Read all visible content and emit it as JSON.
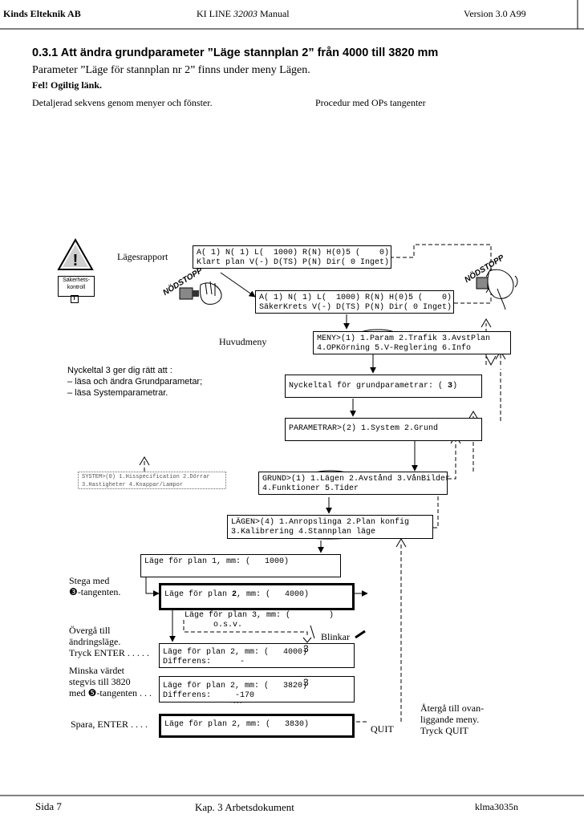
{
  "header": {
    "company": "Kinds  Elteknik AB",
    "doc_prefix": "KI LINE ",
    "doc_number": "32003",
    "doc_suffix": " Manual",
    "version": "Version 3.0 A99"
  },
  "section": {
    "heading": "0.3.1  Att ändra grundparameter ”Läge stannplan 2” från 4000 till 3820 mm",
    "intro": "Parameter ”Läge för stannplan nr 2” finns under meny Lägen.",
    "error": "Fel! Ogiltig länk.",
    "col_left": "Detaljerad sekvens genom menyer och fönster.",
    "col_right": "Procedur med OPs tangenter"
  },
  "safety": {
    "warning_glyph": "!",
    "label_line1": "Säkerhets-",
    "label_line2": "kontroll",
    "nodstopp": "NÖDSTOPP"
  },
  "labels": {
    "lagesrapport": "Lägesrapport",
    "huvudmeny": "Huvudmeny",
    "nyckeltal_1": "Nyckeltal 3 ger dig rätt att :",
    "nyckeltal_2": "– läsa och ändra Grundparametar;",
    "nyckeltal_3": "– läsa Systemparametrar.",
    "stega_1": "Stega med",
    "stega_2": "❸-tangenten.",
    "overga_1": "Övergå till",
    "overga_2": "ändringsläge.",
    "overga_3": "Tryck ENTER . . . . .",
    "minska_1": "Minska värdet",
    "minska_2": "stegvis till 3820",
    "minska_3": "med ❺-tangenten . . .",
    "spara": "Spara,  ENTER . . . .",
    "blinkar": "Blinkar",
    "quit": "QUIT",
    "atergaa_1": "Återgå till ovan-",
    "atergaa_2": "liggande meny.",
    "atergaa_3": "Tryck QUIT"
  },
  "screens": {
    "report_1": "A( 1) N( 1) L(  1000) R(N) H(0)5 (    0)",
    "report_2": "Klart plan V(-) D(TS) P(N) Dir( 0 Inget)",
    "safety_1": "A( 1) N( 1) L(  1000) R(N) H(0)5 (    0)",
    "safety_2": "SäkerKrets V(-) D(TS) P(N) Dir( 0 Inget)",
    "meny_1": "MENY>(1) 1.Param 2.Trafik 3.AvstPlan",
    "meny_2": "4.OPKörning 5.V-Reglering 6.Info",
    "nyckeltal_prefix": "Nyckeltal för grundparametrar: ( ",
    "nyckeltal_value": "3",
    "nyckeltal_suffix": ")",
    "parametrar": "PARAMETRAR>(2) 1.System 2.Grund",
    "system_1": "SYSTEM>(0) 1.Hisspecification 2.Dörrar",
    "system_2": "3.Hastigheter 4.Knappar/Lampor",
    "grund_1": "GRUND>(1) 1.Lägen 2.Avstånd 3.VånBilder",
    "grund_2": "4.Funktioner 5.Tider",
    "lagen_1": "LÄGEN>(4) 1.Anropslinga 2.Plan konfig",
    "lagen_2": "3.Kalibrering 4.Stannplan läge",
    "plan1": "Läge för plan 1, mm: (   1000)",
    "plan2_prefix": "Läge för plan ",
    "plan2_num": "2",
    "plan2_suffix": ", mm: (   4000)",
    "plan3_1": "Läge för plan 3, mm: (        )",
    "plan3_2": "      o.s.v.",
    "edit_1": "Läge för plan 2, mm: (   4000)",
    "edit_2": "Differens:      -",
    "cursor_digit": "3",
    "dec_1": "Läge för plan 2, mm: (   3820)",
    "dec_2": "Differens:     -170",
    "save_1": "Läge för plan 2, mm: (   3830)"
  },
  "footer": {
    "page": "Sida 7",
    "chapter": "Kap. 3   Arbetsdokument",
    "code": "klma3035n"
  }
}
